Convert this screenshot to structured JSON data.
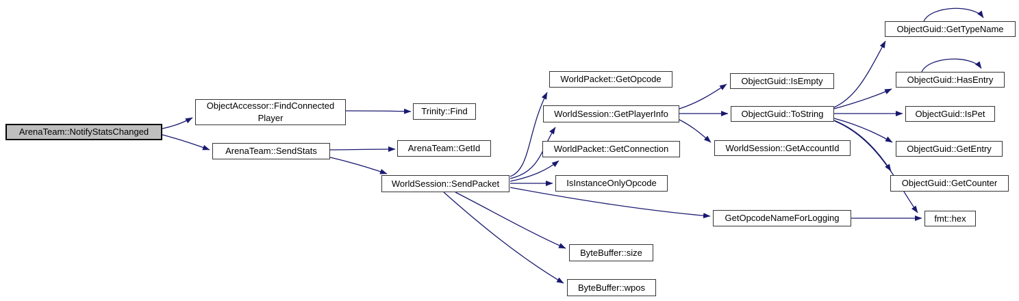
{
  "diagram": {
    "type": "call-graph",
    "root_function": "ArenaTeam::NotifyStatsChanged",
    "colors": {
      "background": "#ffffff",
      "edge": "#191970",
      "node_fill": "#ffffff",
      "node_border": "#333333",
      "root_fill": "#bfbfbf",
      "root_border": "#000000",
      "text": "#000000"
    },
    "nodes": [
      {
        "id": "notifystatschanged",
        "label": "ArenaTeam::NotifyStatsChanged",
        "lines": [
          "ArenaTeam::NotifyStatsChanged"
        ],
        "root": true
      },
      {
        "id": "findconnectedplayer",
        "label": "ObjectAccessor::FindConnectedPlayer",
        "lines": [
          "ObjectAccessor::FindConnected",
          "Player"
        ]
      },
      {
        "id": "sendstats",
        "label": "ArenaTeam::SendStats",
        "lines": [
          "ArenaTeam::SendStats"
        ]
      },
      {
        "id": "trinityfind",
        "label": "Trinity::Find",
        "lines": [
          "Trinity::Find"
        ]
      },
      {
        "id": "getid",
        "label": "ArenaTeam::GetId",
        "lines": [
          "ArenaTeam::GetId"
        ]
      },
      {
        "id": "sendpacket",
        "label": "WorldSession::SendPacket",
        "lines": [
          "WorldSession::SendPacket"
        ]
      },
      {
        "id": "getopcode",
        "label": "WorldPacket::GetOpcode",
        "lines": [
          "WorldPacket::GetOpcode"
        ]
      },
      {
        "id": "getplayerinfo",
        "label": "WorldSession::GetPlayerInfo",
        "lines": [
          "WorldSession::GetPlayerInfo"
        ]
      },
      {
        "id": "getconnection",
        "label": "WorldPacket::GetConnection",
        "lines": [
          "WorldPacket::GetConnection"
        ]
      },
      {
        "id": "isinstanceonlyopcode",
        "label": "IsInstanceOnlyOpcode",
        "lines": [
          "IsInstanceOnlyOpcode"
        ]
      },
      {
        "id": "getopcodenameforlogging",
        "label": "GetOpcodeNameForLogging",
        "lines": [
          "GetOpcodeNameForLogging"
        ]
      },
      {
        "id": "bytebuffersize",
        "label": "ByteBuffer::size",
        "lines": [
          "ByteBuffer::size"
        ]
      },
      {
        "id": "bytebufferwpos",
        "label": "ByteBuffer::wpos",
        "lines": [
          "ByteBuffer::wpos"
        ]
      },
      {
        "id": "isempty",
        "label": "ObjectGuid::IsEmpty",
        "lines": [
          "ObjectGuid::IsEmpty"
        ]
      },
      {
        "id": "tostring",
        "label": "ObjectGuid::ToString",
        "lines": [
          "ObjectGuid::ToString"
        ]
      },
      {
        "id": "getaccountid",
        "label": "WorldSession::GetAccountId",
        "lines": [
          "WorldSession::GetAccountId"
        ]
      },
      {
        "id": "gettypename",
        "label": "ObjectGuid::GetTypeName",
        "lines": [
          "ObjectGuid::GetTypeName"
        ]
      },
      {
        "id": "hasentry",
        "label": "ObjectGuid::HasEntry",
        "lines": [
          "ObjectGuid::HasEntry"
        ]
      },
      {
        "id": "ispet",
        "label": "ObjectGuid::IsPet",
        "lines": [
          "ObjectGuid::IsPet"
        ]
      },
      {
        "id": "getentry",
        "label": "ObjectGuid::GetEntry",
        "lines": [
          "ObjectGuid::GetEntry"
        ]
      },
      {
        "id": "getcounter",
        "label": "ObjectGuid::GetCounter",
        "lines": [
          "ObjectGuid::GetCounter"
        ]
      },
      {
        "id": "fmthex",
        "label": "fmt::hex",
        "lines": [
          "fmt::hex"
        ]
      }
    ],
    "edges": [
      {
        "from": "notifystatschanged",
        "to": "findconnectedplayer"
      },
      {
        "from": "notifystatschanged",
        "to": "sendstats"
      },
      {
        "from": "findconnectedplayer",
        "to": "trinityfind"
      },
      {
        "from": "sendstats",
        "to": "getid"
      },
      {
        "from": "sendstats",
        "to": "sendpacket"
      },
      {
        "from": "sendpacket",
        "to": "getopcode"
      },
      {
        "from": "sendpacket",
        "to": "getplayerinfo"
      },
      {
        "from": "sendpacket",
        "to": "getconnection"
      },
      {
        "from": "sendpacket",
        "to": "isinstanceonlyopcode"
      },
      {
        "from": "sendpacket",
        "to": "getopcodenameforlogging"
      },
      {
        "from": "sendpacket",
        "to": "bytebuffersize"
      },
      {
        "from": "sendpacket",
        "to": "bytebufferwpos"
      },
      {
        "from": "getplayerinfo",
        "to": "isempty"
      },
      {
        "from": "getplayerinfo",
        "to": "tostring"
      },
      {
        "from": "getplayerinfo",
        "to": "getaccountid"
      },
      {
        "from": "tostring",
        "to": "gettypename"
      },
      {
        "from": "tostring",
        "to": "hasentry"
      },
      {
        "from": "tostring",
        "to": "ispet"
      },
      {
        "from": "tostring",
        "to": "getentry"
      },
      {
        "from": "tostring",
        "to": "getcounter"
      },
      {
        "from": "tostring",
        "to": "fmthex"
      },
      {
        "from": "getopcodenameforlogging",
        "to": "fmthex"
      },
      {
        "from": "gettypename",
        "to": "gettypename"
      },
      {
        "from": "hasentry",
        "to": "hasentry"
      }
    ]
  }
}
